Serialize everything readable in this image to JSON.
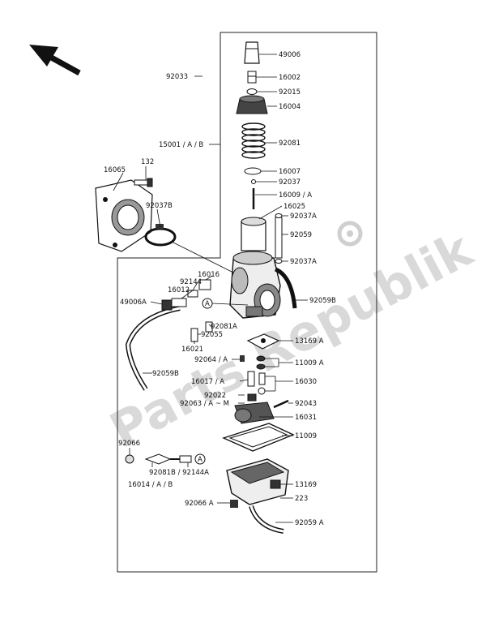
{
  "watermark": "Parts Republik",
  "labels": {
    "l49006": "49006",
    "l92033": "92033",
    "l16002": "16002",
    "l92015": "92015",
    "l16004": "16004",
    "l15001": "15001 / A / B",
    "l92081": "92081",
    "l16007": "16007",
    "l92037": "92037",
    "l16009A": "16009 / A",
    "l16025": "16025",
    "l92037A_a": "92037A",
    "l92059": "92059",
    "l92037A_b": "92037A",
    "l132": "132",
    "l16065": "16065",
    "l92037B": "92037B",
    "l16016": "16016",
    "l92144": "92144",
    "l16012": "16012",
    "l49006A": "49006A",
    "lA1": "A",
    "l92081A": "92081A",
    "l92055": "92055",
    "l16021": "16021",
    "l92059B_r": "92059B",
    "l13169A": "13169 A",
    "l92064A": "92064 / A",
    "l11009A": "11009 A",
    "l92059B_l": "92059B",
    "l16017A": "16017 / A",
    "l16030": "16030",
    "l92022": "92022",
    "l92063": "92063 / A ~ M",
    "l92043": "92043",
    "l16031": "16031",
    "l11009": "11009",
    "l92066": "92066",
    "lA2": "A",
    "l92081B": "92081B / 92144A",
    "l16014": "16014 / A / B",
    "l13169": "13169",
    "l223": "223",
    "l92066A": "92066 A",
    "l92059A": "92059 A"
  }
}
